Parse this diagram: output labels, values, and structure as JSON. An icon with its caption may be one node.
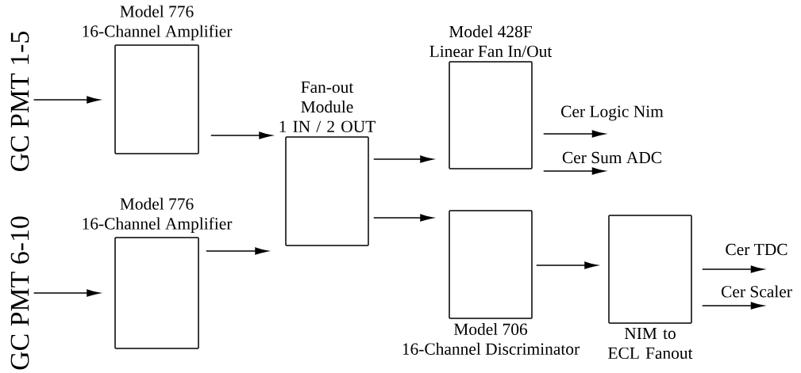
{
  "diagram": {
    "nodes": [
      {
        "text": [
          "GC PMT 1-5"
        ]
      },
      {
        "text": [
          "Model 776",
          "16-Channel Amplifier"
        ]
      },
      {
        "text": [
          "GC PMT 6-10"
        ]
      },
      {
        "text": [
          "Model 776",
          "16-Channel Amplifier"
        ]
      },
      {
        "text": [
          "Fan-out Module",
          "1 IN / 2 OUT"
        ]
      },
      {
        "text": [
          "Model 428F",
          "Linear Fan In/Out"
        ]
      },
      {
        "text": [
          "Model 706",
          "16-Channel Discriminator"
        ]
      },
      {
        "text": [
          "NIM to ECL Fanout"
        ]
      }
    ],
    "edges": [
      {
        "from": 0,
        "to": 1,
        "arrow": "to"
      },
      {
        "from": 2,
        "to": 3,
        "arrow": "to"
      },
      {
        "from": 1,
        "to": 4,
        "arrow": "to"
      },
      {
        "from": 3,
        "to": 4,
        "arrow": "to"
      },
      {
        "from": 4,
        "to": 5,
        "arrow": "to"
      },
      {
        "from": 4,
        "to": 6,
        "arrow": "to"
      },
      {
        "from": 6,
        "to": 7,
        "arrow": "to"
      },
      {
        "from": 5,
        "to": null,
        "arrow": "to",
        "label": "Cer Logic Nim"
      },
      {
        "from": 5,
        "to": null,
        "arrow": "to",
        "label": "Cer Sum ADC"
      },
      {
        "from": 7,
        "to": null,
        "arrow": "to",
        "label": "Cer TDC"
      },
      {
        "from": 7,
        "to": null,
        "arrow": "to",
        "label": "Cer Scaler"
      }
    ]
  }
}
